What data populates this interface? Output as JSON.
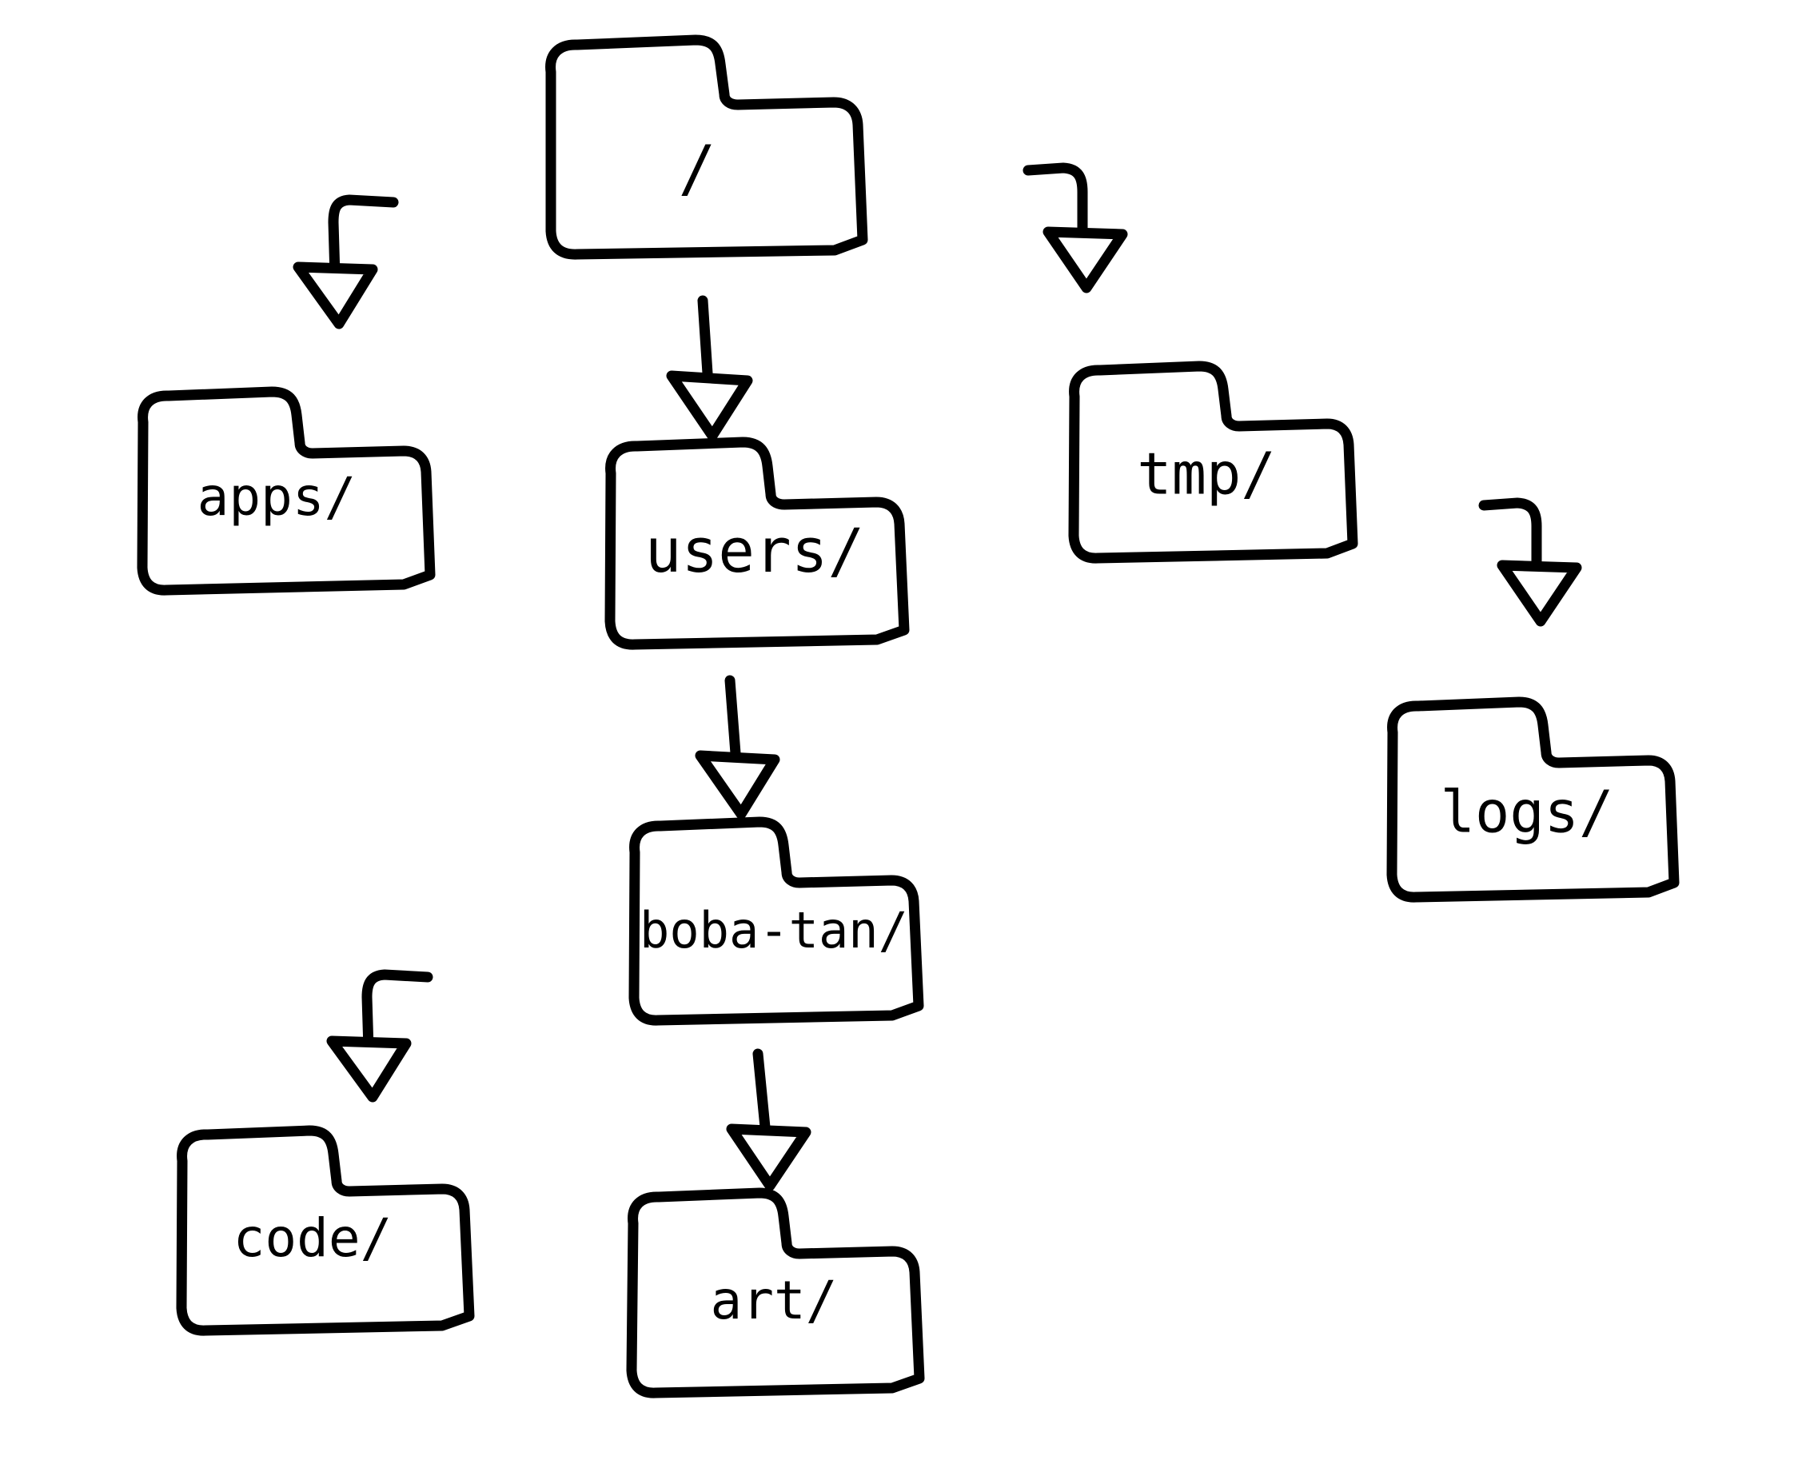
{
  "diagram": {
    "kind": "filesystem-tree-sketch",
    "style": "hand-drawn",
    "background_color": "#ffffff",
    "stroke_color": "#000000",
    "nodes": [
      {
        "id": "root",
        "label": "/",
        "icon": "folder-icon"
      },
      {
        "id": "apps",
        "label": "apps/",
        "icon": "folder-icon"
      },
      {
        "id": "users",
        "label": "users/",
        "icon": "folder-icon"
      },
      {
        "id": "tmp",
        "label": "tmp/",
        "icon": "folder-icon"
      },
      {
        "id": "logs",
        "label": "logs/",
        "icon": "folder-icon"
      },
      {
        "id": "boba-tan",
        "label": "boba-tan/",
        "icon": "folder-icon"
      },
      {
        "id": "code",
        "label": "code/",
        "icon": "folder-icon"
      },
      {
        "id": "art",
        "label": "art/",
        "icon": "folder-icon"
      }
    ],
    "edges": [
      {
        "id": "e-root-apps",
        "from": "root",
        "to": "apps",
        "shape": "elbow-left-down"
      },
      {
        "id": "e-root-users",
        "from": "root",
        "to": "users",
        "shape": "straight-down"
      },
      {
        "id": "e-root-tmp",
        "from": "root",
        "to": "tmp",
        "shape": "elbow-right-down"
      },
      {
        "id": "e-root-logs",
        "from": "root",
        "to": "logs",
        "shape": "elbow-right-down"
      },
      {
        "id": "e-users-boba",
        "from": "users",
        "to": "boba-tan",
        "shape": "straight-down"
      },
      {
        "id": "e-boba-code",
        "from": "boba-tan",
        "to": "code",
        "shape": "elbow-left-down"
      },
      {
        "id": "e-boba-art",
        "from": "boba-tan",
        "to": "art",
        "shape": "straight-down"
      }
    ]
  }
}
